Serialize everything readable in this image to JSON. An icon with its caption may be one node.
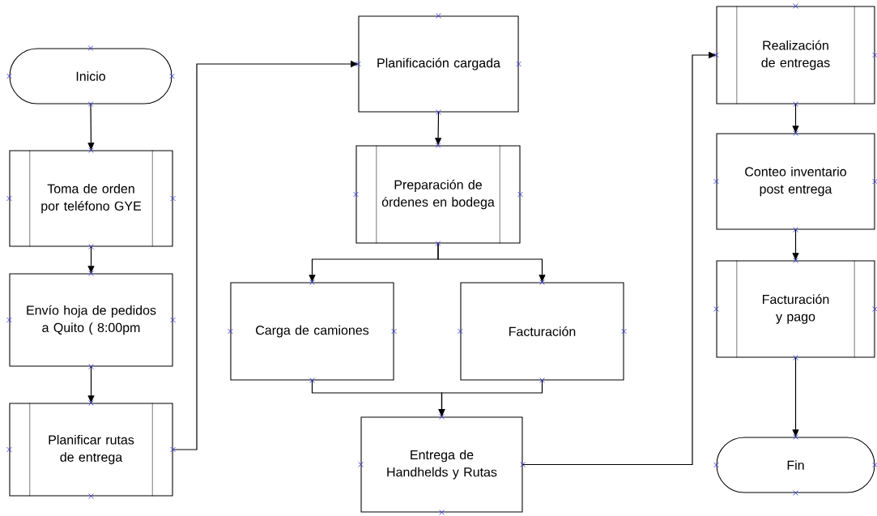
{
  "diagram": {
    "nodes": [
      {
        "text": [
          "Inicio"
        ]
      },
      {
        "text": [
          "Toma de orden por teléfono GYE"
        ]
      },
      {
        "text": [
          "Envío hoja de pedidos a Quito ( 8:00pm"
        ]
      },
      {
        "text": [
          "Planificar rutas de entrega"
        ]
      },
      {
        "text": [
          "Planificación cargada"
        ]
      },
      {
        "text": [
          "Preparación de órdenes en bodega"
        ]
      },
      {
        "text": [
          "Carga de camiones"
        ]
      },
      {
        "text": [
          "Facturación"
        ]
      },
      {
        "text": [
          "Entrega de Handhelds y Rutas"
        ]
      },
      {
        "text": [
          "Realización de entregas"
        ]
      },
      {
        "text": [
          "Conteo inventario post entrega"
        ]
      },
      {
        "text": [
          "Facturación y pago"
        ]
      },
      {
        "text": [
          "Fin"
        ]
      }
    ],
    "edges": [
      {
        "from": 0,
        "to": 1,
        "arrow": "to"
      },
      {
        "from": 1,
        "to": 2,
        "arrow": "to"
      },
      {
        "from": 2,
        "to": 3,
        "arrow": "to"
      },
      {
        "from": 3,
        "to": 4,
        "arrow": "to"
      },
      {
        "from": 4,
        "to": 5,
        "arrow": "to"
      },
      {
        "from": 5,
        "to": 6,
        "arrow": "to"
      },
      {
        "from": 5,
        "to": 7,
        "arrow": "to"
      },
      {
        "from": 6,
        "to": 8,
        "arrow": "to"
      },
      {
        "from": 7,
        "to": 8,
        "arrow": "to"
      },
      {
        "from": 8,
        "to": 9,
        "arrow": "to"
      },
      {
        "from": 9,
        "to": 10,
        "arrow": "to"
      },
      {
        "from": 10,
        "to": 11,
        "arrow": "to"
      },
      {
        "from": 11,
        "to": 12,
        "arrow": "to"
      }
    ]
  }
}
